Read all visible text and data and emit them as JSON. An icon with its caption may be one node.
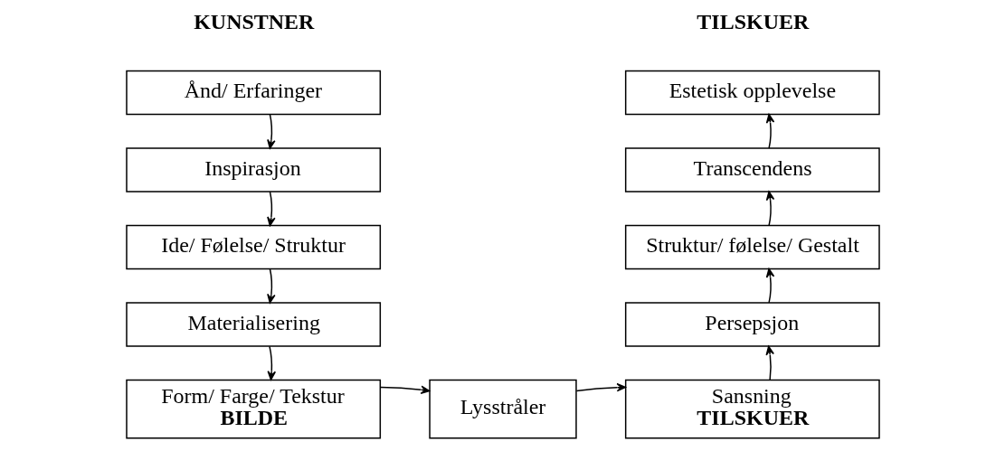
{
  "diagram": {
    "nodes": [
      {
        "text": [
          "Ånd/ Erfaringer"
        ]
      },
      {
        "text": [
          "Inspirasjon"
        ]
      },
      {
        "text": [
          "Ide/ Følelse/ Struktur"
        ]
      },
      {
        "text": [
          "Materialisering"
        ]
      },
      {
        "text": [
          "Form/ Farge/ Tekstur",
          "BILDE"
        ]
      },
      {
        "text": [
          "Lysstråler"
        ]
      },
      {
        "text": [
          "Sansning",
          "TILSKUER"
        ]
      },
      {
        "text": [
          "Persepsjon"
        ]
      },
      {
        "text": [
          "Struktur/ følelse/ Gestalt"
        ]
      },
      {
        "text": [
          "Transcendens"
        ]
      },
      {
        "text": [
          "Estetisk opplevelse"
        ]
      }
    ],
    "edges": [
      {
        "from": 0,
        "to": 1,
        "arrow": "to"
      },
      {
        "from": 1,
        "to": 2,
        "arrow": "to"
      },
      {
        "from": 2,
        "to": 3,
        "arrow": "to"
      },
      {
        "from": 3,
        "to": 4,
        "arrow": "to"
      },
      {
        "from": 4,
        "to": 5,
        "arrow": "to"
      },
      {
        "from": 5,
        "to": 6,
        "arrow": "to"
      },
      {
        "from": 6,
        "to": 7,
        "arrow": "to"
      },
      {
        "from": 7,
        "to": 8,
        "arrow": "to"
      },
      {
        "from": 8,
        "to": 9,
        "arrow": "to"
      },
      {
        "from": 9,
        "to": 10,
        "arrow": "to"
      }
    ],
    "labels": [
      "KUNSTNER",
      "TILSKUER"
    ]
  }
}
